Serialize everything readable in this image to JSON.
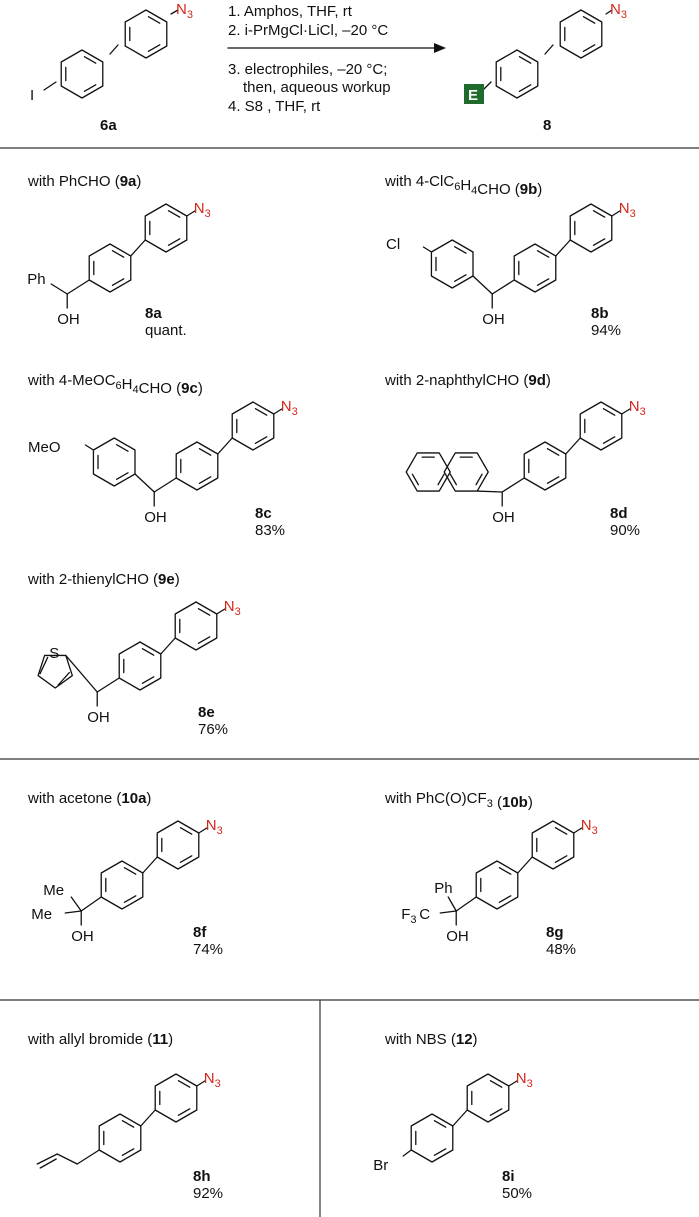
{
  "scheme": {
    "starting_material": {
      "label": "6a",
      "substituent": "I",
      "azide": "N3"
    },
    "conditions": {
      "step1": "1. Amphos, THF, rt",
      "step2": "2. i-PrMgCl·LiCl, –20 °C",
      "step3a": "3. electrophiles, –20 °C;",
      "step3b": "then, aqueous workup",
      "step4": "4. S8 , THF, rt"
    },
    "product": {
      "label": "8",
      "group": "E",
      "azide": "N3"
    }
  },
  "sections": [
    {
      "id": "aldehydes",
      "entries": [
        {
          "id": "8a",
          "prefix": "with PhCHO (",
          "reagent": "9a",
          "suffix": ")",
          "product": "8a",
          "yield": "quant.",
          "substituent_labels": [
            "Ph",
            "OH"
          ]
        },
        {
          "id": "8b",
          "prefix": "with 4-ClC6H4CHO (",
          "reagent": "9b",
          "suffix": ")",
          "product": "8b",
          "yield": "94%",
          "substituent_labels": [
            "Cl",
            "OH"
          ]
        },
        {
          "id": "8c",
          "prefix": "with 4-MeOC6H4CHO (",
          "reagent": "9c",
          "suffix": ")",
          "product": "8c",
          "yield": "83%",
          "substituent_labels": [
            "MeO",
            "OH"
          ]
        },
        {
          "id": "8d",
          "prefix": "with 2-naphthylCHO (",
          "reagent": "9d",
          "suffix": ")",
          "product": "8d",
          "yield": "90%",
          "substituent_labels": [
            "OH"
          ]
        },
        {
          "id": "8e",
          "prefix": "with 2-thienylCHO (",
          "reagent": "9e",
          "suffix": ")",
          "product": "8e",
          "yield": "76%",
          "substituent_labels": [
            "S",
            "OH"
          ]
        }
      ]
    },
    {
      "id": "ketones",
      "entries": [
        {
          "id": "8f",
          "prefix": "with acetone (",
          "reagent": "10a",
          "suffix": ")",
          "product": "8f",
          "yield": "74%",
          "substituent_labels": [
            "Me",
            "Me",
            "OH"
          ]
        },
        {
          "id": "8g",
          "prefix": "with PhC(O)CF3 (",
          "reagent": "10b",
          "suffix": ")",
          "product": "8g",
          "yield": "48%",
          "substituent_labels": [
            "Ph",
            "F3C",
            "OH"
          ]
        }
      ]
    },
    {
      "id": "others",
      "entries": [
        {
          "id": "8h",
          "prefix": "with allyl bromide (",
          "reagent": "11",
          "suffix": ")",
          "product": "8h",
          "yield": "92%",
          "substituent_labels": []
        },
        {
          "id": "8i",
          "prefix": "with NBS (",
          "reagent": "12",
          "suffix": ")",
          "product": "8i",
          "yield": "50%",
          "substituent_labels": [
            "Br"
          ]
        }
      ]
    }
  ],
  "colors": {
    "azide": "#d4281c",
    "e_badge": "#1f6b2b",
    "text": "#111111"
  }
}
